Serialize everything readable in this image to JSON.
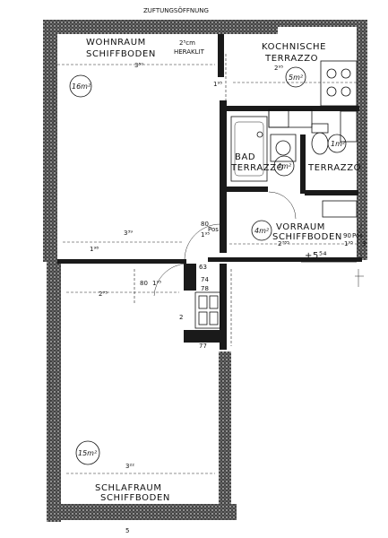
{
  "header": {
    "scribble": "ZUFTUNGSÖFFNUNG"
  },
  "rooms": {
    "wohnraum": {
      "name": "WOHNRAUM",
      "floor": "SCHIFFBODEN",
      "area": "16m²"
    },
    "kochnische": {
      "name": "KOCHNISCHE",
      "floor": "TERRAZZO",
      "area": "5m²"
    },
    "bad": {
      "name": "BAD",
      "floor": "TERRAZZO",
      "area": "4m²"
    },
    "wc": {
      "floor": "TERRAZZO",
      "area": "1m²"
    },
    "vorraum": {
      "name": "VORRAUM",
      "floor": "SCHIFFBODEN",
      "area": "4m²"
    },
    "schlafraum": {
      "name": "SCHLAFRAUM",
      "floor": "SCHIFFBODEN",
      "area": "15m²"
    },
    "heraklit": {
      "name": "HERAKLIT",
      "thickness": "2⁵cm"
    }
  },
  "dimensions": {
    "wohn_width": "3⁵⁰",
    "koch_width": "2⁹⁵",
    "wohn_mid": "3³⁹",
    "wohn_left": "1⁹⁸",
    "schlaf_top": "2⁷⁵",
    "schlaf_width": "3²²",
    "door_80": "80",
    "door_195": "1⁹⁵",
    "pos_label": "Pos",
    "d63": "63",
    "d74": "74",
    "d78": "78",
    "d77": "77",
    "d2": "2",
    "vorraum_width": "2⁷⁸⁵",
    "vorraum_right": "1⁹⁵",
    "elevation": "+5⁵⁴",
    "d90": "90",
    "d3": "3",
    "bottom_dim": "5"
  }
}
